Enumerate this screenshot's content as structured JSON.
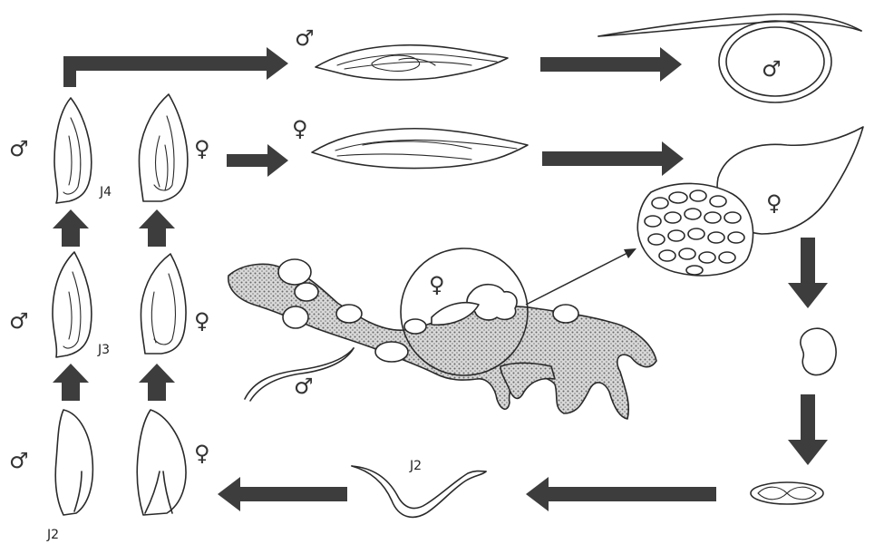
{
  "symbols": {
    "male": "♂",
    "female": "♀"
  },
  "stages": {
    "j2": "J2",
    "j3": "J3",
    "j4": "J4"
  },
  "colors": {
    "arrow": "#3d3d3d",
    "ink": "#2a2a2a",
    "root_fill": "#9a9a9a"
  }
}
